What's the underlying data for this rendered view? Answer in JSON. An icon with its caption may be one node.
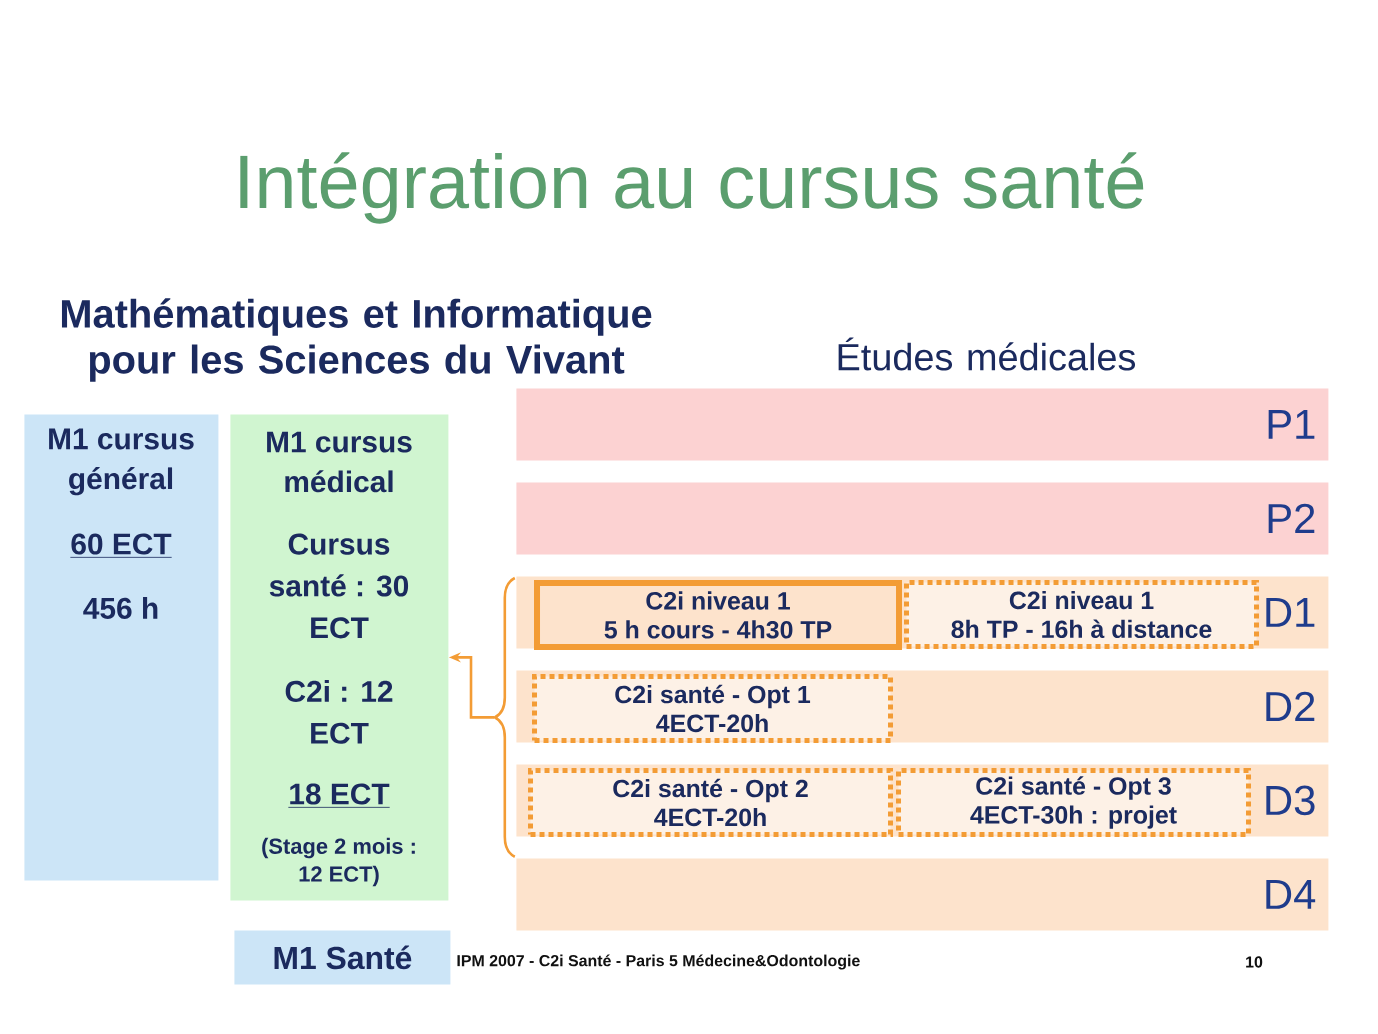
{
  "diagram": {
    "title": "Intégration au cursus santé",
    "nodes": [
      {
        "text": [
          "M1 cursus général",
          "60 ECT",
          "456 h"
        ]
      },
      {
        "text": [
          "M1 cursus médical",
          "Cursus santé : 30 ECT",
          "C2i : 12 ECT",
          "18 ECT",
          "(Stage 2 mois : 12 ECT)"
        ]
      },
      {
        "text": [],
        "shape": "brace"
      },
      {
        "text": [
          "P1"
        ]
      },
      {
        "text": [
          "P2"
        ]
      },
      {
        "text": [
          "D1"
        ]
      },
      {
        "text": [
          "C2i niveau 1",
          "5 h cours - 4h30 TP"
        ],
        "in": 5
      },
      {
        "text": [
          "C2i niveau 1",
          "8h TP - 16h à distance"
        ],
        "in": 5
      },
      {
        "text": [
          "D2"
        ]
      },
      {
        "text": [
          "C2i santé - Opt 1",
          "4ECT-20h"
        ],
        "in": 8
      },
      {
        "text": [
          "D3"
        ]
      },
      {
        "text": [
          "C2i santé - Opt 2",
          "4ECT-20h"
        ],
        "in": 10
      },
      {
        "text": [
          "C2i santé - Opt 3",
          "4ECT-30h : projet"
        ],
        "in": 10
      },
      {
        "text": [
          "D4"
        ]
      },
      {
        "text": [
          "M1 Santé"
        ]
      }
    ],
    "edges": [
      {
        "from": 2,
        "to": 1,
        "arrow": "to"
      }
    ],
    "labels": [
      "Mathématiques et Informatique pour les Sciences du Vivant",
      "Études médicales",
      "IPM 2007 - C2i Santé - Paris 5 Médecine&Odontologie",
      "10"
    ]
  }
}
